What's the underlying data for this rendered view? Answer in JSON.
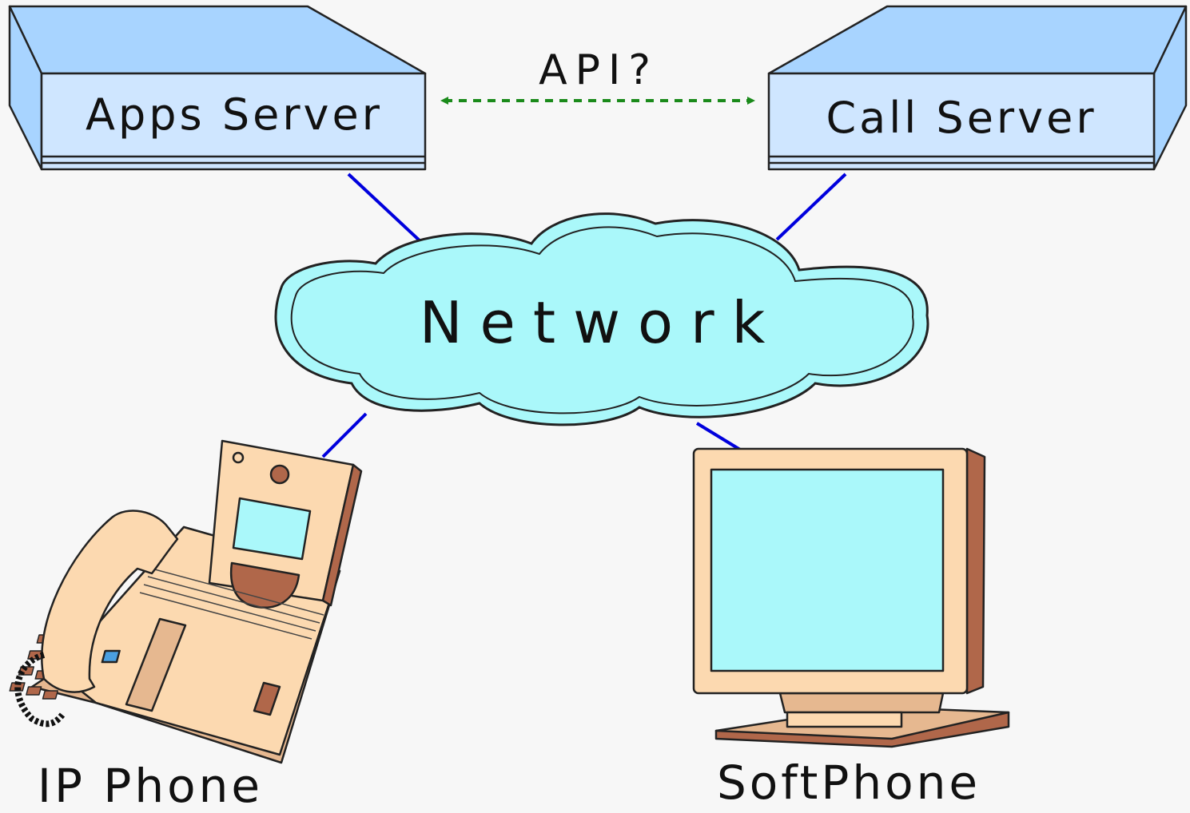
{
  "diagram": {
    "apps_server": {
      "label": "Apps Server"
    },
    "call_server": {
      "label": "Call Server"
    },
    "api_link": {
      "label": "API?"
    },
    "network": {
      "label": "Network"
    },
    "ip_phone": {
      "label": "IP Phone"
    },
    "softphone": {
      "label": "SoftPhone"
    }
  },
  "colors": {
    "server_face": "#cfe6ff",
    "server_top": "#a8d4ff",
    "cloud_fill": "#aaf8fa",
    "link_line": "#0000dd",
    "api_arrow": "#1a8a1a",
    "device_body": "#fcd9b0",
    "device_dark": "#b0674a",
    "screen": "#aaf8fa"
  }
}
